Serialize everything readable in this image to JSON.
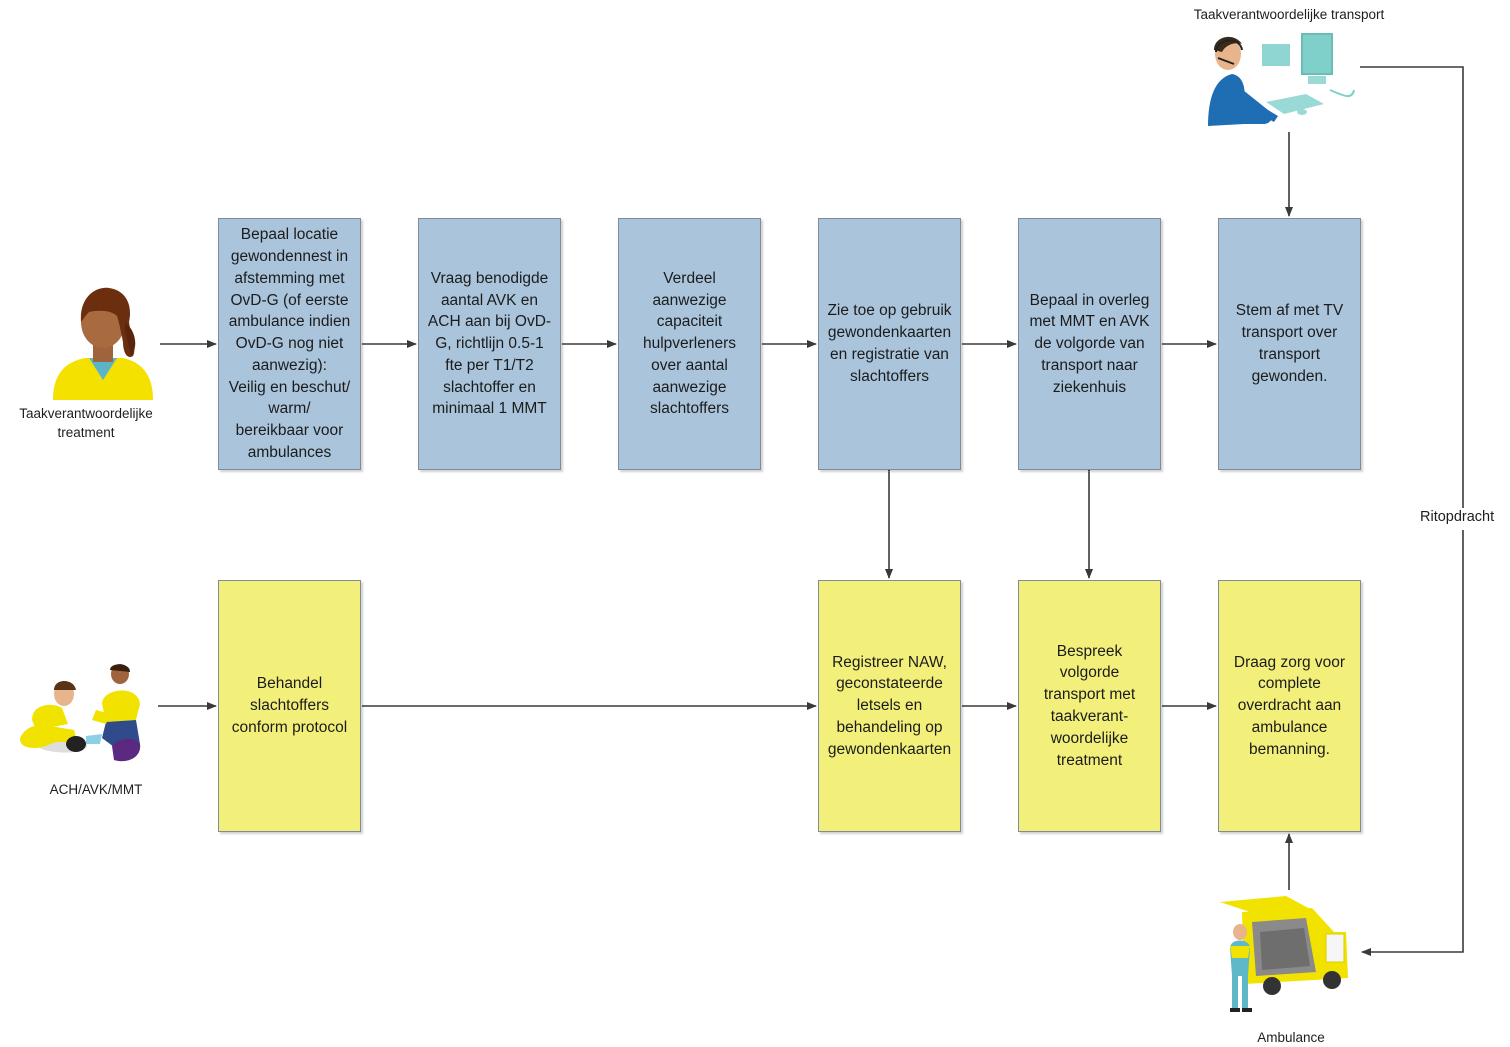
{
  "colors": {
    "blue_box": "#a9c4db",
    "yellow_box": "#f2f07a",
    "line": "#3a3a3a"
  },
  "actors": {
    "treatment": "Taakverantwoordelijke\ntreatment",
    "transport": "Taakverantwoordelijke transport",
    "ach": "ACH/AVK/MMT",
    "ambulance": "Ambulance"
  },
  "icons": {
    "treatment": "nurse-icon",
    "transport": "dispatcher-computer-icon",
    "ach": "paramedics-treating-patient-icon",
    "ambulance": "ambulance-van-icon"
  },
  "top_row": [
    "Bepaal locatie\ngewondennest in\nafstemming met\nOvD-G (of eerste\nambulance indien\nOvD-G nog niet\naanwezig):\nVeilig en beschut/\nwarm/\nbereikbaar voor\nambulances",
    "Vraag benodigde\naantal AVK en\nACH aan bij OvD-\nG, richtlijn 0.5-1\nfte per T1/T2\nslachtoffer en\nminimaal 1 MMT",
    "Verdeel\naanwezige\ncapaciteit\nhulpverleners\nover aantal\naanwezige\nslachtoffers",
    "Zie toe op gebruik\ngewondenkaarten\nen registratie van\nslachtoffers",
    "Bepaal in overleg\nmet MMT en AVK\nde volgorde van\ntransport naar\nziekenhuis",
    "Stem af met TV\ntransport over\ntransport\ngewonden."
  ],
  "bottom_row": [
    "Behandel\nslachtoffers\nconform protocol",
    "Registreer NAW,\ngeconstateerde\nletsels en\nbehandeling  op\ngewondenkaarten",
    "Bespreek\nvolgorde\ntransport met\ntaakverant-\nwoordelijke\ntreatment",
    "Draag zorg voor\ncomplete\noverdracht aan\nambulance\nbemanning."
  ],
  "side_label": "Ritopdracht"
}
